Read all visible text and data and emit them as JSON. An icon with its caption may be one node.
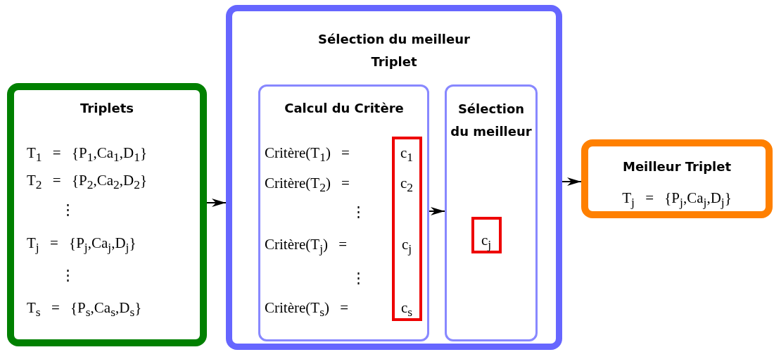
{
  "diagram": {
    "nodes": [
      {
        "text": [
          "Triplets",
          "T$_{1}$ = {P$_{1}$,Ca$_{1}$,D$_{1}$}",
          "T$_{2}$ = {P$_{2}$,Ca$_{2}$,D$_{2}$}",
          "⋮",
          "T$_{j}$ = {P$_{j}$,Ca$_{j}$,D$_{j}$}",
          "⋮",
          "T$_{s}$ = {P$_{s}$,Ca$_{s}$,D$_{s}$}"
        ]
      },
      {
        "text": [
          "Sélection du meilleur Triplet"
        ]
      },
      {
        "text": [
          "Calcul du Critère",
          "Critère(T$_{1}$) =",
          "Critère(T$_{2}$) =",
          "⋮",
          "Critère(T$_{j}$) =",
          "⋮",
          "Critère(T$_{s}$) ="
        ],
        "in": 1
      },
      {
        "text": [
          "c$_{1}$",
          "c$_{2}$",
          "c$_{j}$",
          "c$_{s}$"
        ],
        "in": 2
      },
      {
        "text": [
          "Sélection du meilleur"
        ],
        "in": 1
      },
      {
        "text": [
          "c$_{j}$"
        ],
        "in": 4
      },
      {
        "text": [
          "Meilleur Triplet",
          "T$_{j}$ = {P$_{j}$,Ca$_{j}$,D$_{j}$}"
        ]
      }
    ],
    "edges": [
      {
        "from": 0,
        "to": 1,
        "arrow": "to"
      },
      {
        "from": 2,
        "to": 4,
        "arrow": "to"
      },
      {
        "from": 1,
        "to": 6,
        "arrow": "to"
      }
    ]
  }
}
